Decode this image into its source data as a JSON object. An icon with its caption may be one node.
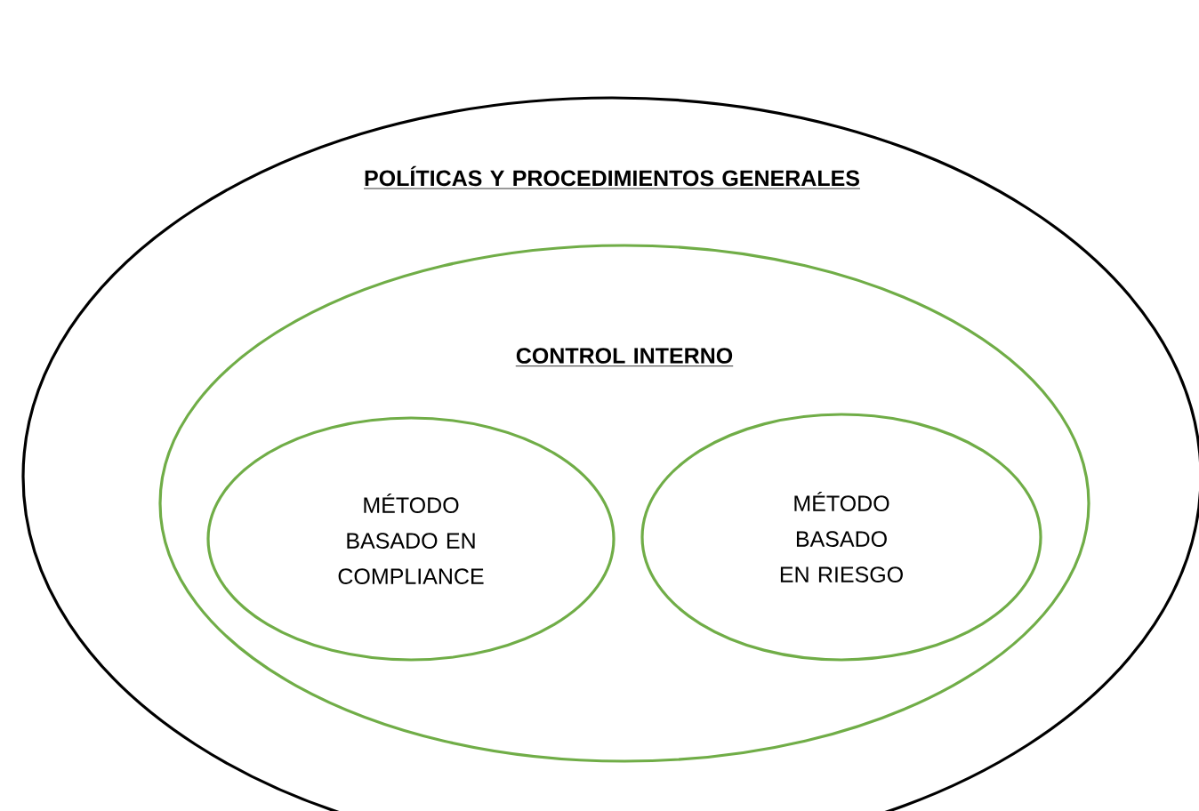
{
  "diagram": {
    "nodes": [
      {
        "text": [
          "POLÍTICAS Y PROCEDIMIENTOS GENERALES"
        ]
      },
      {
        "text": [
          "CONTROL INTERNO"
        ],
        "in": 0
      },
      {
        "text": [
          "MÉTODO BASADO EN COMPLIANCE"
        ],
        "in": 1
      },
      {
        "text": [
          "MÉTODO BASADO EN RIESGO"
        ],
        "in": 1
      }
    ]
  }
}
